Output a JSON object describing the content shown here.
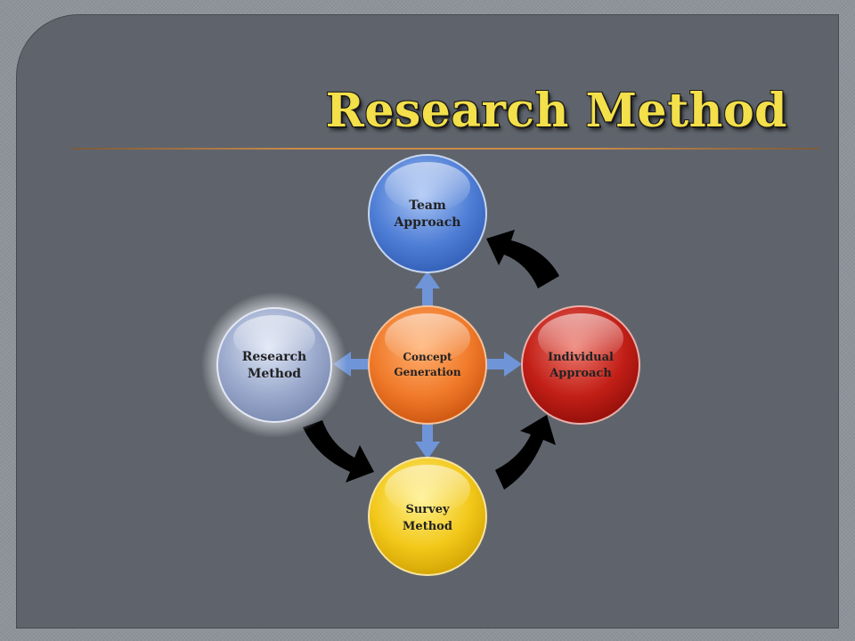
{
  "title": "Research Method",
  "diagram": {
    "center": {
      "line1": "Concept",
      "line2": "Generation"
    },
    "top": {
      "line1": "Team",
      "line2": "Approach"
    },
    "right": {
      "line1": "Individual",
      "line2": "Approach"
    },
    "bottom": {
      "line1": "Survey",
      "line2": "Method"
    },
    "left": {
      "line1": "Research",
      "line2": "Method"
    }
  },
  "colors": {
    "title": "#f3e04a",
    "center": "#f07a2a",
    "top": "#4f7ed6",
    "right": "#c21f17",
    "bottom": "#f2c81a",
    "left": "#9aa9cc",
    "connector": "#6f95d8",
    "cycle_arrow": "#000000"
  }
}
